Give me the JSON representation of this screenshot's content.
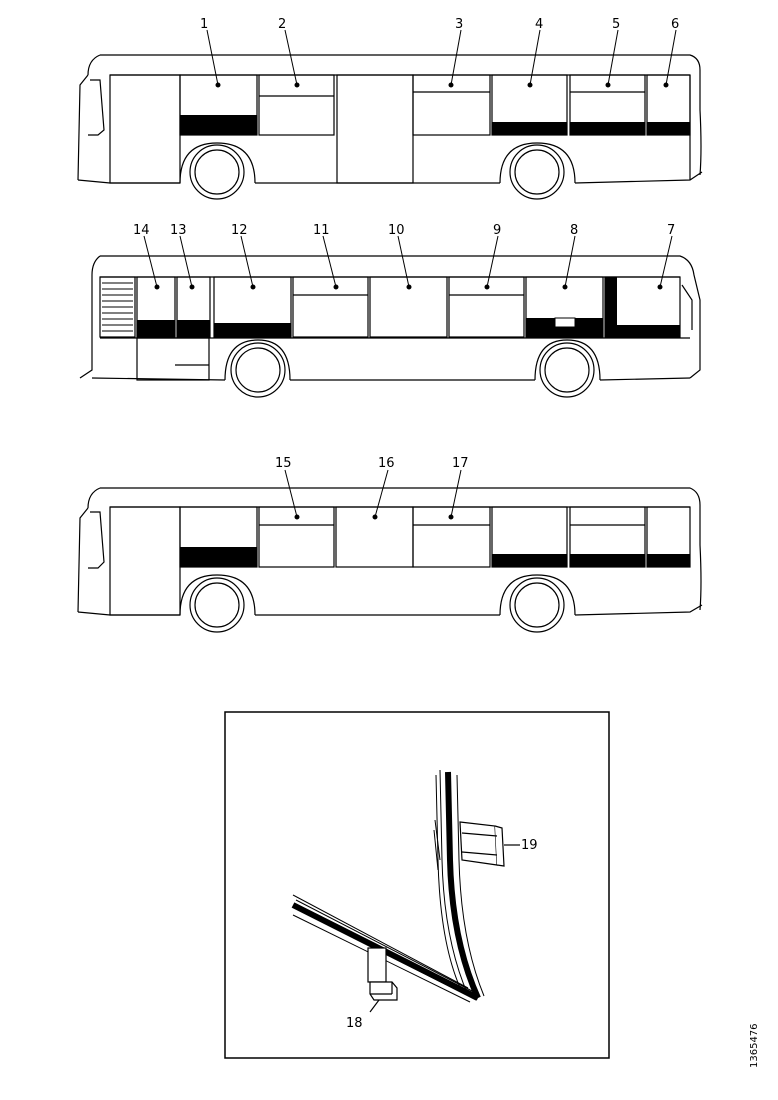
{
  "callouts": {
    "c1": "1",
    "c2": "2",
    "c3": "3",
    "c4": "4",
    "c5": "5",
    "c6": "6",
    "c7": "7",
    "c8": "8",
    "c9": "9",
    "c10": "10",
    "c11": "11",
    "c12": "12",
    "c13": "13",
    "c14": "14",
    "c15": "15",
    "c16": "16",
    "c17": "17",
    "c18": "18",
    "c19": "19"
  },
  "figure_ref": "1365476",
  "colors": {
    "line": "#000000",
    "fill_dark": "#000000",
    "background": "#ffffff"
  }
}
